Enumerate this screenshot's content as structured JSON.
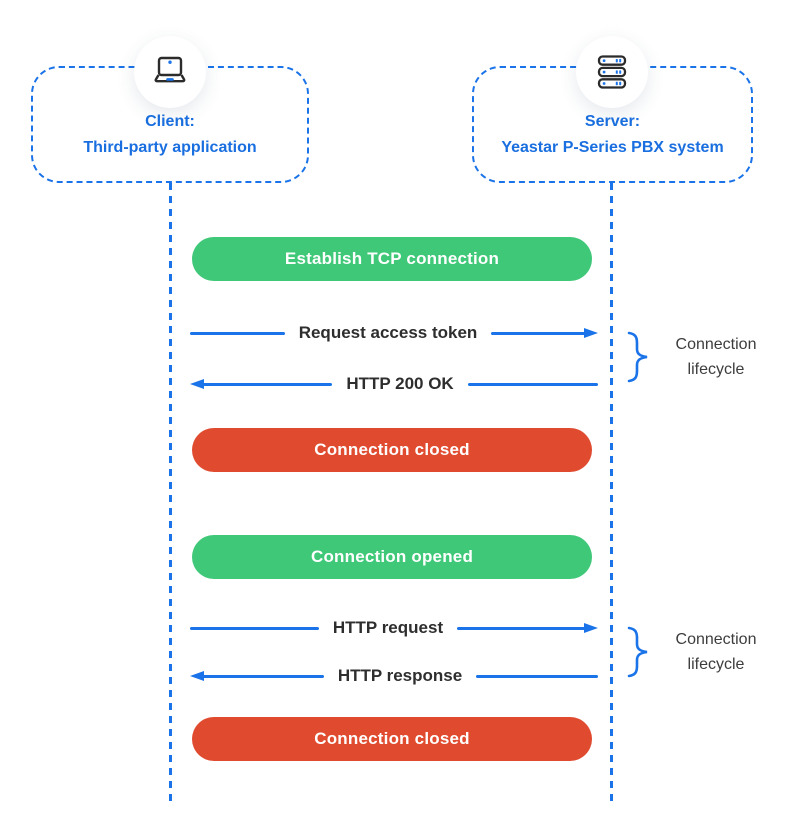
{
  "palette": {
    "blue": "#1a73e8",
    "green": "#3ec878",
    "red": "#e04b30",
    "text_dark": "#2e2e2e",
    "annotation_gray": "#3d3d3d",
    "icon_dark": "#2b2b2b",
    "white": "#ffffff"
  },
  "actors": {
    "client": {
      "title": "Client:",
      "subtitle": "Third-party application",
      "icon": "laptop-icon"
    },
    "server": {
      "title": "Server:",
      "subtitle": "Yeastar P-Series PBX system",
      "icon": "server-icon"
    }
  },
  "sequence": [
    {
      "type": "status",
      "variant": "green",
      "label": "Establish TCP connection"
    },
    {
      "type": "message",
      "direction": "right",
      "from": "client",
      "to": "server",
      "label": "Request access token"
    },
    {
      "type": "message",
      "direction": "left",
      "from": "server",
      "to": "client",
      "label": "HTTP 200 OK"
    },
    {
      "type": "status",
      "variant": "red",
      "label": "Connection closed"
    },
    {
      "type": "status",
      "variant": "green",
      "label": "Connection opened"
    },
    {
      "type": "message",
      "direction": "right",
      "from": "client",
      "to": "server",
      "label": "HTTP request"
    },
    {
      "type": "message",
      "direction": "left",
      "from": "server",
      "to": "client",
      "label": "HTTP response"
    },
    {
      "type": "status",
      "variant": "red",
      "label": "Connection closed"
    }
  ],
  "annotations": [
    {
      "line1": "Connection",
      "line2": "lifecycle"
    },
    {
      "line1": "Connection",
      "line2": "lifecycle"
    }
  ]
}
